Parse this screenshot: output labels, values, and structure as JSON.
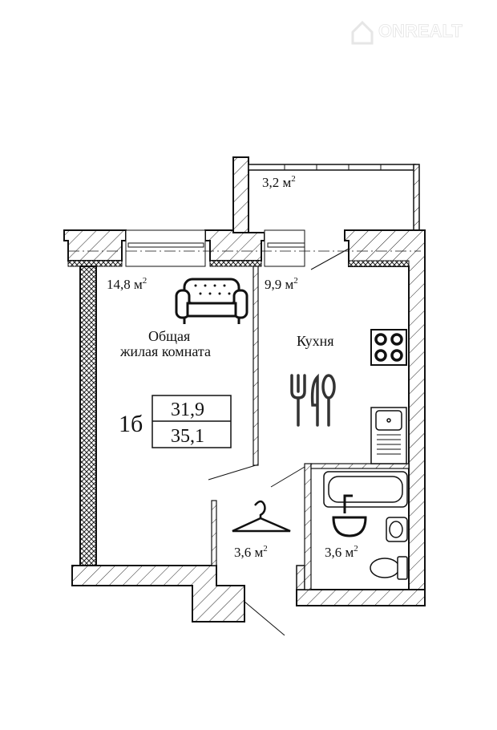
{
  "watermark": {
    "brand": "ONREALT"
  },
  "rooms": {
    "balcony_area": "3,2 м",
    "living_area": "14,8 м",
    "kitchen_area": "9,9 м",
    "hall_area": "3,6 м",
    "bathroom_area": "3,6 м",
    "sup": "2",
    "living_name_line1": "Общая",
    "living_name_line2": "жилая комната",
    "kitchen_name": "Кухня"
  },
  "apartment": {
    "type": "1б",
    "living_total": "31,9",
    "total_area": "35,1"
  }
}
